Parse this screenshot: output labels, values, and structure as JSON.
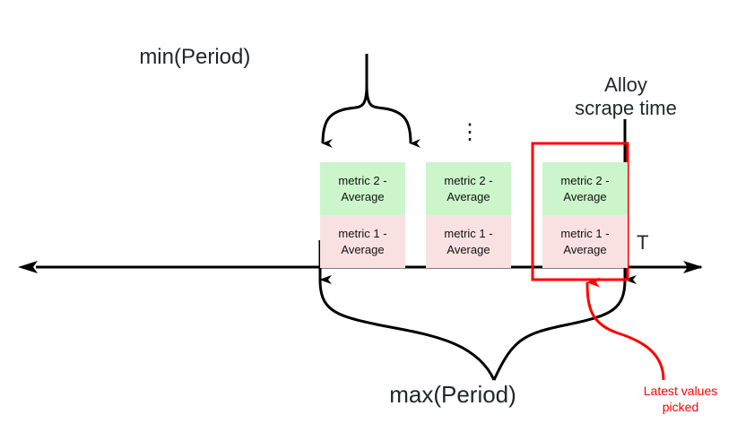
{
  "diagram": {
    "title_min_period": "min(Period)",
    "title_max_period": "max(Period)",
    "alloy_scrape_time": "Alloy\nscrape time",
    "latest_values_note": "Latest values\npicked",
    "axis_label": "T",
    "ellipsis": "⋮",
    "colors": {
      "metric_top_fill": "#ccf5cc",
      "metric_bottom_fill": "#fae1e1",
      "highlight_stroke": "#ff0000",
      "axis_stroke": "#000000",
      "text": "#22262a"
    },
    "blocks": [
      {
        "id": "block-1",
        "top_label": "metric 2 -\nAverage",
        "bottom_label": "metric 1 -\nAverage",
        "highlighted": false
      },
      {
        "id": "block-2",
        "top_label": "metric 2 -\nAverage",
        "bottom_label": "metric 1 -\nAverage",
        "highlighted": false
      },
      {
        "id": "block-3",
        "top_label": "metric 2 -\nAverage",
        "bottom_label": "metric 1 -\nAverage",
        "highlighted": true
      }
    ]
  }
}
